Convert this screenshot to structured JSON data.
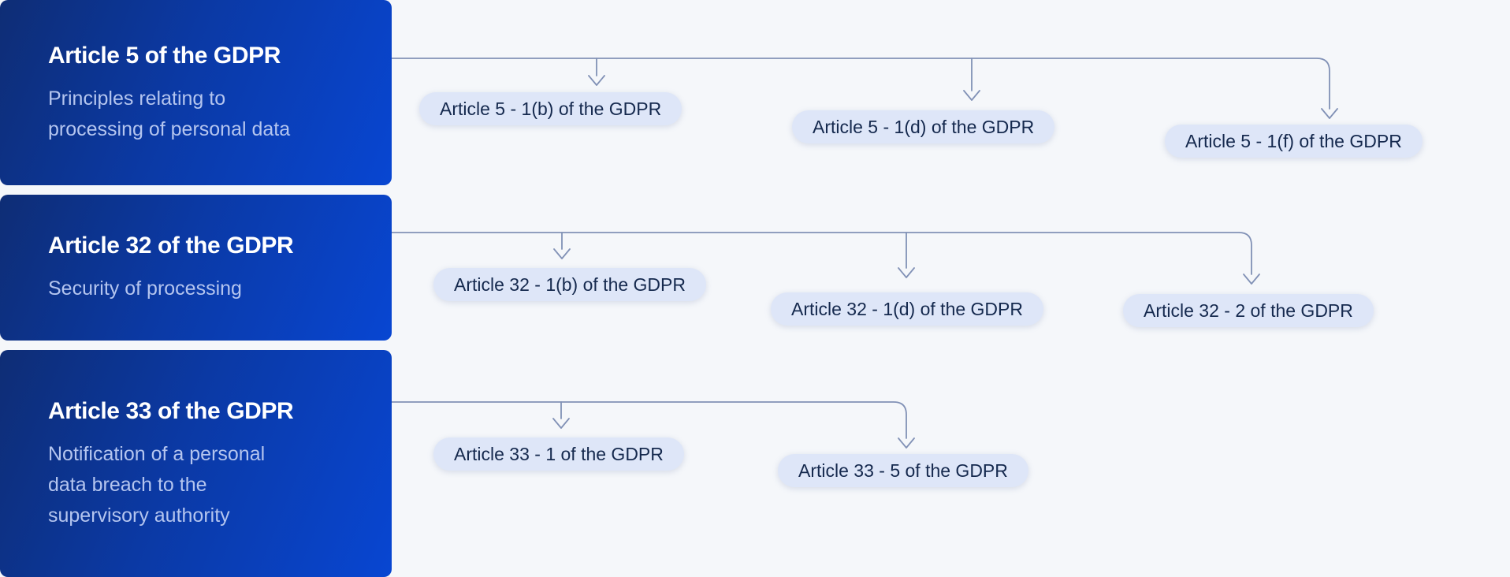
{
  "diagram": {
    "background_color": "#f5f7fa",
    "connector_color": "#8191b6",
    "card_gradient_start": "#0e2d75",
    "card_gradient_end": "#0846d2",
    "card_title_color": "#ffffff",
    "card_subtitle_color": "#b4c5ef",
    "pill_background_color": "#dee6f8",
    "pill_text_color": "#15294e",
    "groups": [
      {
        "title": "Article 5 of the GDPR",
        "subtitle": "Principles relating to processing of personal data",
        "subtitle_lines": [
          "Principles relating to",
          "processing of personal data"
        ],
        "children": [
          "Article 5 - 1(b) of the GDPR",
          "Article 5 - 1(d) of the GDPR",
          "Article 5 - 1(f) of the GDPR"
        ]
      },
      {
        "title": "Article 32 of the GDPR",
        "subtitle": "Security of processing",
        "subtitle_lines": [
          "Security of processing"
        ],
        "children": [
          "Article 32 - 1(b) of the GDPR",
          "Article 32 - 1(d) of the GDPR",
          "Article 32 - 2 of the GDPR"
        ]
      },
      {
        "title": "Article 33 of the GDPR",
        "subtitle": "Notification of a personal data breach to the supervisory authority",
        "subtitle_lines": [
          "Notification of a personal",
          "data breach to the",
          "supervisory authority"
        ],
        "children": [
          "Article 33 - 1 of the GDPR",
          "Article 33 - 5 of the GDPR"
        ]
      }
    ]
  }
}
